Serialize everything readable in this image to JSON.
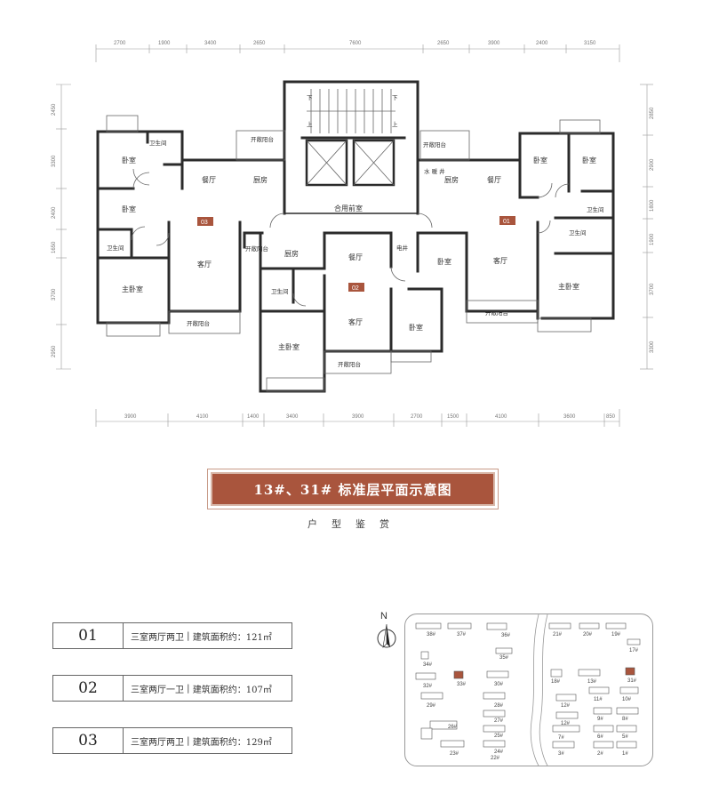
{
  "dimensions": {
    "top": [
      "2700",
      "1900",
      "3400",
      "2650",
      "7600",
      "2650",
      "3900",
      "2400",
      "3150"
    ],
    "bottom": [
      "3900",
      "4100",
      "1400",
      "3400",
      "3900",
      "2700",
      "1500",
      "4100",
      "3600",
      "850"
    ],
    "left": [
      "2450",
      "3300",
      "2400",
      "1650",
      "3700",
      "2950"
    ],
    "right": [
      "2850",
      "2900",
      "1800",
      "1900",
      "3700",
      "3300"
    ]
  },
  "rooms": {
    "u03": {
      "bath1": "卫生间",
      "bedroom1": "卧室",
      "bedroom2": "卧室",
      "dining": "餐厅",
      "kitchen": "厨房",
      "bath2": "卫生间",
      "living": "客厅",
      "master": "主卧室",
      "balcony1": "开敞阳台",
      "balcony2": "开敞阳台",
      "balcony3": "开敞阳台"
    },
    "core": {
      "lobby": "合用前室",
      "down1": "下",
      "down2": "下",
      "up1": "上",
      "up2": "上",
      "water": "水\n暖\n井",
      "elec": "电井"
    },
    "u02": {
      "kitchen": "厨房",
      "dining": "餐厅",
      "bath": "卫生间",
      "living": "客厅",
      "master": "主卧室",
      "bedroom1": "卧室",
      "bedroom2": "卧室",
      "balcony": "开敞阳台"
    },
    "u01": {
      "balcony_top": "开敞阳台",
      "kitchen": "厨房",
      "dining": "餐厅",
      "bedroom1": "卧室",
      "bedroom2": "卧室",
      "bath1": "卫生间",
      "bath2": "卫生间",
      "living": "客厅",
      "master": "主卧室",
      "balcony": "开敞阳台"
    }
  },
  "tags": {
    "u03": "03",
    "u02": "02",
    "u01": "01"
  },
  "title": "13#、31# 标准层平面示意图",
  "subtitle": [
    "户",
    "型",
    "鉴",
    "赏"
  ],
  "units": [
    {
      "num": "01",
      "type": "三室两厅两卫",
      "area": "建筑面积约：121㎡"
    },
    {
      "num": "02",
      "type": "三室两厅一卫",
      "area": "建筑面积约：107㎡"
    },
    {
      "num": "03",
      "type": "三室两厅两卫",
      "area": "建筑面积约：129㎡"
    }
  ],
  "site": {
    "north": "N",
    "buildings": [
      "38#",
      "37#",
      "36#",
      "21#",
      "20#",
      "19#",
      "35#",
      "17#",
      "34#",
      "32#",
      "33#",
      "30#",
      "18#",
      "13#",
      "12#",
      "31#",
      "11#",
      "10#",
      "29#",
      "28#",
      "12#",
      "9#",
      "8#",
      "27#",
      "26#",
      "7#",
      "6#",
      "5#",
      "25#",
      "24#",
      "23#",
      "22#",
      "3#",
      "2#",
      "1#"
    ]
  },
  "colors": {
    "accent": "#a9553d",
    "wall": "#333333",
    "tag": "#a9553d"
  }
}
